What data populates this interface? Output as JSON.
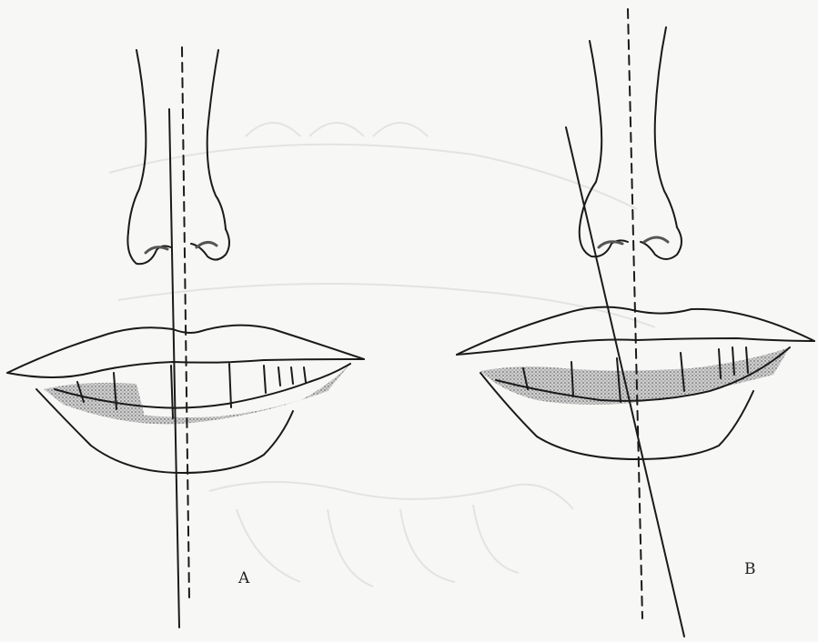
{
  "figures": [
    {
      "id": "a",
      "label": "A"
    },
    {
      "id": "b",
      "label": "B"
    }
  ],
  "colors": {
    "paper": "#f7f7f5",
    "ink": "#1a1a1a",
    "gum_stipple": "#8a8a8a",
    "ghost": "#e4e4e4"
  }
}
